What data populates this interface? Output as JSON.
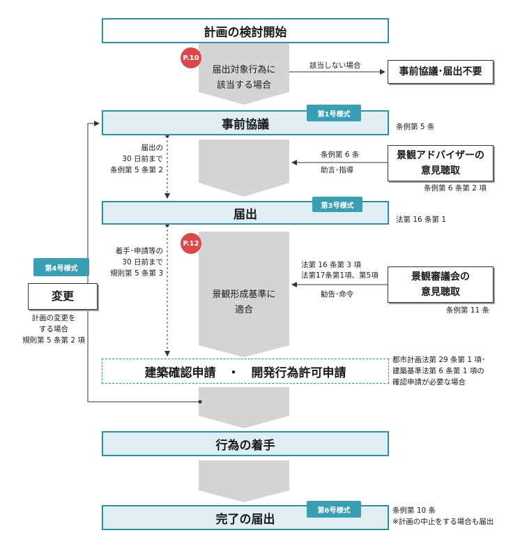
{
  "boxes": {
    "start": "計画の検討開始",
    "prior_consultation": "事前協議",
    "notification": "届出",
    "building_application": "建築確認申請　・　開発行為許可申請",
    "commencement": "行為の着手",
    "completion": "完了の届出",
    "no_notification": "事前協議･届出不要",
    "change": "変更",
    "advisor_line1": "景観アドバイザーの",
    "advisor_line2": "意見聴取",
    "council_line1": "景観審議会の",
    "council_line2": "意見聴取"
  },
  "steps": {
    "subject_line1": "届出対象行為に",
    "subject_line2": "該当する場合",
    "conform_line1": "景観形成基準に",
    "conform_line2": "適合"
  },
  "badges": {
    "p10": "P.10",
    "p12": "P.12",
    "form1": "第1号様式",
    "form3": "第3号様式",
    "form4": "第4号様式",
    "form6": "第6号様式"
  },
  "notes": {
    "not_applicable": "該当しない場合",
    "ordinance_art5": "条例第 5 条",
    "notify_line1": "届出の",
    "notify_line2": "30 日前まで",
    "notify_line3": "条例第 5 条第 2",
    "ord_art6": "条例第 6 条",
    "advice": "助言･指導",
    "ord_art6_2": "条例第 6 条第 2 項",
    "law16_1": "法第 16 条第 1",
    "start_line1": "着手･申請等の",
    "start_line2": "30 日前まで",
    "start_line3": "規則第 5 条第 3",
    "law16_3": "法第 16 条第 3 項",
    "law17": "法第17条第1項、第5項",
    "recommend": "勧告･命令",
    "ord_art11": "条例第 11 条",
    "change_line1": "計画の変更を",
    "change_line2": "する場合",
    "change_line3": "規則第 5 条第 2 項",
    "city_law1": "都市計画法第 29 条第 1 項･",
    "city_law2": "建築基準法第 6 条第 1 項の",
    "city_law3": "確認申請が必要な場合",
    "ord_art10": "条例第 10 条",
    "cancel_note": "※計画の中止をする場合も届出"
  },
  "colors": {
    "teal_border": "#2f8fa0",
    "tint_fill": "#dfeef2",
    "tag_fill": "#3a9fb2",
    "badge_red": "#d84a4a",
    "step_gray": "#d4d4d4"
  }
}
